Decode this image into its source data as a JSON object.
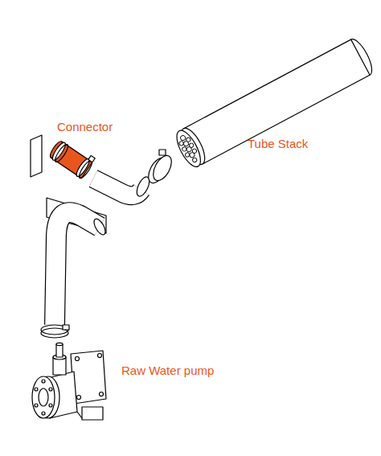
{
  "diagram": {
    "labels": [
      "Connector",
      "Tube Stack",
      "Raw Water pump"
    ]
  }
}
